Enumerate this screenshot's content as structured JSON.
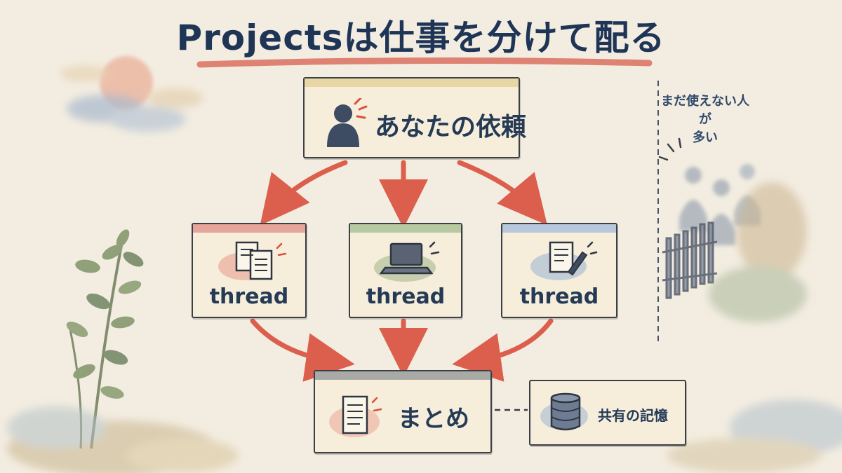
{
  "title": "Projectsは仕事を分けて配る",
  "request": {
    "label": "あなたの依頼"
  },
  "threads": [
    {
      "label": "thread",
      "icon": "documents-icon",
      "band_color": "#e6a59a"
    },
    {
      "label": "thread",
      "icon": "laptop-icon",
      "band_color": "#b7c9a0"
    },
    {
      "label": "thread",
      "icon": "document-pen-icon",
      "band_color": "#b8c8dc"
    }
  ],
  "summary": {
    "label": "まとめ"
  },
  "memory": {
    "label": "共有の記憶"
  },
  "side_note": {
    "line1": "まだ使えない人が",
    "line2": "多い"
  },
  "colors": {
    "arrow": "#d9503c",
    "ink": "#243a55",
    "paper": "#f3ede1"
  }
}
